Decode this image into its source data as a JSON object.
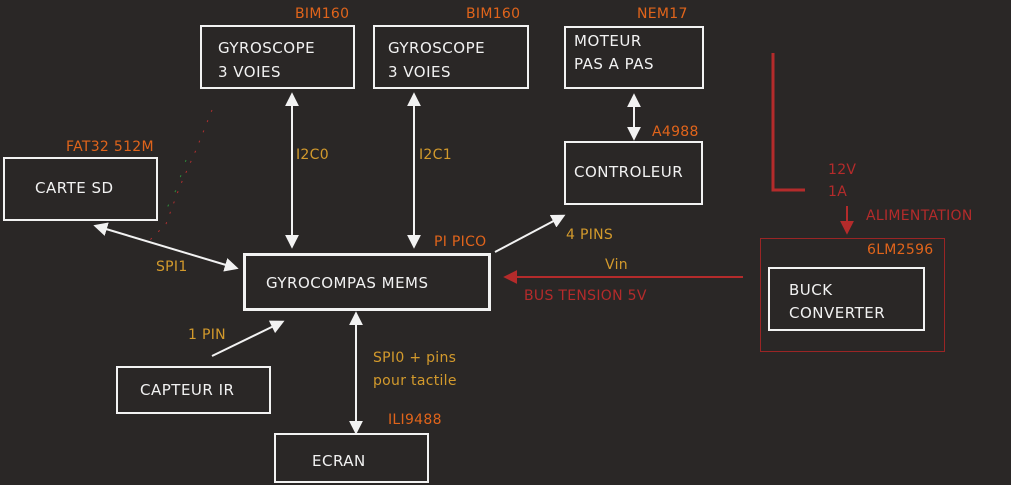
{
  "blocks": {
    "gyro0": {
      "line1": "GYROSCOPE",
      "line2": "3 VOIES",
      "part": "BIM160"
    },
    "gyro1": {
      "line1": "GYROSCOPE",
      "line2": "3 VOIES",
      "part": "BIM160"
    },
    "motor": {
      "line1": "MOTEUR",
      "line2": "PAS A PAS",
      "part": "NEM17"
    },
    "controller": {
      "label": "CONTROLEUR",
      "part": "A4988"
    },
    "sd": {
      "label": "CARTE SD",
      "part": "FAT32 512M"
    },
    "main": {
      "label": "GYROCOMPAS MEMS",
      "part": "PI PICO"
    },
    "ir": {
      "label": "CAPTEUR IR"
    },
    "screen": {
      "label": "ECRAN",
      "part": "ILI9488"
    },
    "buck": {
      "line1": "BUCK",
      "line2": "CONVERTER",
      "part": "6LM2596"
    }
  },
  "links": {
    "i2c0": "I2C0",
    "i2c1": "I2C1",
    "spi1": "SPI1",
    "ctrl_pins": "4 PINS",
    "ir_pin": "1 PIN",
    "screen_line1": "SPI0 + pins",
    "screen_line2": "pour tactile",
    "vin": "Vin",
    "bus": "BUS TENSION 5V"
  },
  "power": {
    "voltage": "12V",
    "current": "1A",
    "label": "ALIMENTATION"
  },
  "colors": {
    "background": "#2a2726",
    "box": "#f2f2f2",
    "part_label": "#e0641b",
    "link_label": "#d39a2c",
    "power": "#b42b2b"
  }
}
